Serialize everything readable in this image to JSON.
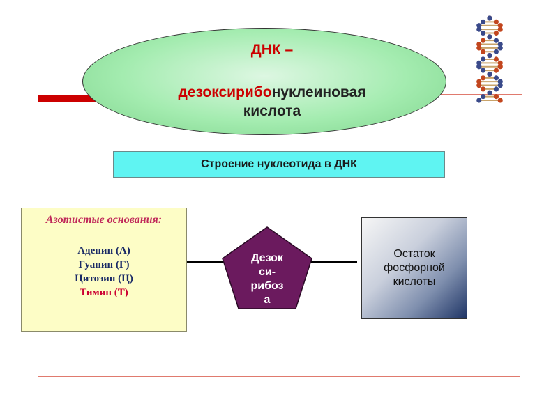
{
  "title": {
    "line1": "ДНК –",
    "line2_red": "дезоксирибо",
    "line2_rest": "нуклеиновая",
    "line3": "кислота"
  },
  "subtitle": "Строение нуклеотида в ДНК",
  "bases": {
    "heading": "Азотистые основания:",
    "items": [
      "Аденин (А)",
      "Гуанин (Г)",
      "Цитозин (Ц)",
      "Тимин (Т)"
    ]
  },
  "sugar": {
    "label": "Дезок\nси-\nрибоз\nа"
  },
  "phosphate": {
    "label": "Остаток\nфосфорной\nкислоты"
  },
  "colors": {
    "accent_red": "#cc0000",
    "ellipse_green": "#a4ecb0",
    "subtitle_cyan": "#5ff4f2",
    "bases_bg": "#fdfdc6",
    "pentagon_purple": "#6b1a5e",
    "phosphate_dark": "#1f3566"
  },
  "icons": {
    "helix": "dna-helix-icon"
  }
}
